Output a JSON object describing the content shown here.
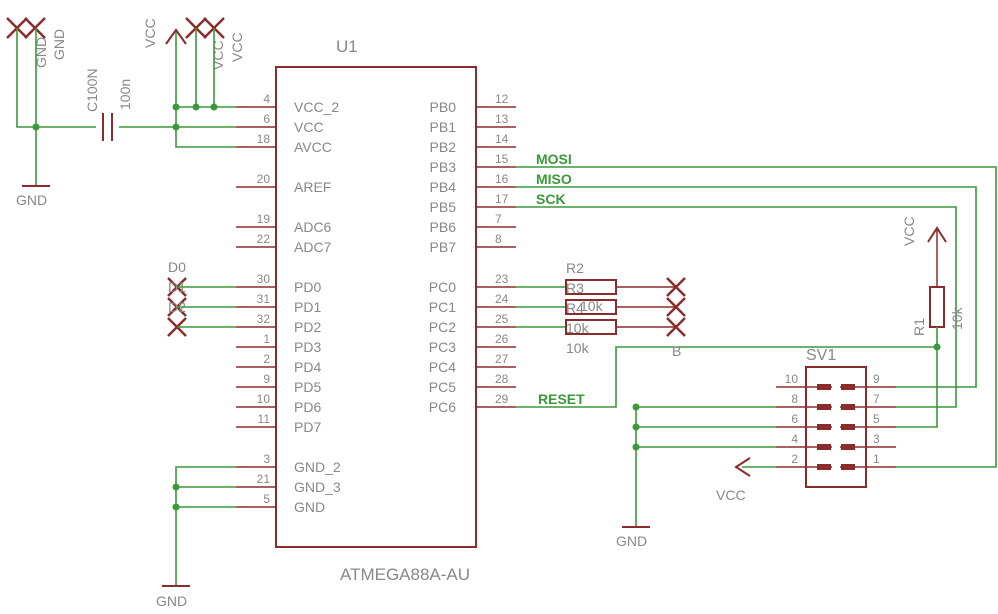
{
  "ic": {
    "ref": "U1",
    "value": "ATMEGA88A-AU"
  },
  "left_pins": [
    {
      "num": "4",
      "name": "VCC_2"
    },
    {
      "num": "6",
      "name": "VCC"
    },
    {
      "num": "18",
      "name": "AVCC"
    },
    {
      "num": "20",
      "name": "AREF"
    },
    {
      "num": "19",
      "name": "ADC6"
    },
    {
      "num": "22",
      "name": "ADC7"
    },
    {
      "num": "30",
      "name": "PD0"
    },
    {
      "num": "31",
      "name": "PD1"
    },
    {
      "num": "32",
      "name": "PD2"
    },
    {
      "num": "1",
      "name": "PD3"
    },
    {
      "num": "2",
      "name": "PD4"
    },
    {
      "num": "9",
      "name": "PD5"
    },
    {
      "num": "10",
      "name": "PD6"
    },
    {
      "num": "11",
      "name": "PD7"
    },
    {
      "num": "3",
      "name": "GND_2"
    },
    {
      "num": "21",
      "name": "GND_3"
    },
    {
      "num": "5",
      "name": "GND"
    }
  ],
  "right_pins": [
    {
      "num": "12",
      "name": "PB0"
    },
    {
      "num": "13",
      "name": "PB1"
    },
    {
      "num": "14",
      "name": "PB2"
    },
    {
      "num": "15",
      "name": "PB3"
    },
    {
      "num": "16",
      "name": "PB4"
    },
    {
      "num": "17",
      "name": "PB5"
    },
    {
      "num": "7",
      "name": "PB6"
    },
    {
      "num": "8",
      "name": "PB7"
    },
    {
      "num": "23",
      "name": "PC0"
    },
    {
      "num": "24",
      "name": "PC1"
    },
    {
      "num": "25",
      "name": "PC2"
    },
    {
      "num": "26",
      "name": "PC3"
    },
    {
      "num": "27",
      "name": "PC4"
    },
    {
      "num": "28",
      "name": "PC5"
    },
    {
      "num": "29",
      "name": "PC6"
    }
  ],
  "nets": {
    "mosi": "MOSI",
    "miso": "MISO",
    "sck": "SCK",
    "reset": "RESET"
  },
  "power": {
    "gnd": "GND",
    "vcc": "VCC"
  },
  "capacitor": {
    "ref": "C100N",
    "value": "100n"
  },
  "resistor_r1": {
    "ref": "R1",
    "value": "10k"
  },
  "resistor_bank": {
    "ref": "R2",
    "ref_r3": "R3",
    "ref_r4": "R4",
    "val1": "10k",
    "val2": "10k",
    "val3": "10k",
    "marker": "B"
  },
  "pd_labels": {
    "d0": "D0",
    "d1": "D1",
    "d2": "D2"
  },
  "header": {
    "ref": "SV1",
    "pins_left": [
      "10",
      "8",
      "6",
      "4",
      "2"
    ],
    "pins_right": [
      "9",
      "7",
      "5",
      "3",
      "1"
    ]
  }
}
